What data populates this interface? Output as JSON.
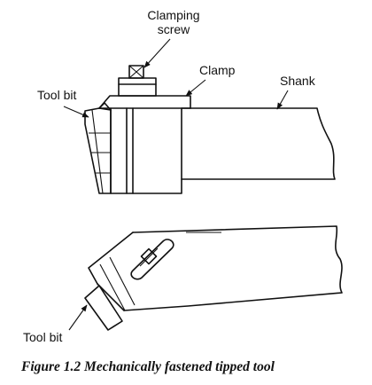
{
  "labels": {
    "clamping_screw_line1": "Clamping",
    "clamping_screw_line2": "screw",
    "clamp": "Clamp",
    "shank": "Shank",
    "tool_bit_top": "Tool bit",
    "tool_bit_bottom": "Tool bit"
  },
  "caption": "Figure 1.2 Mechanically fastened tipped tool"
}
